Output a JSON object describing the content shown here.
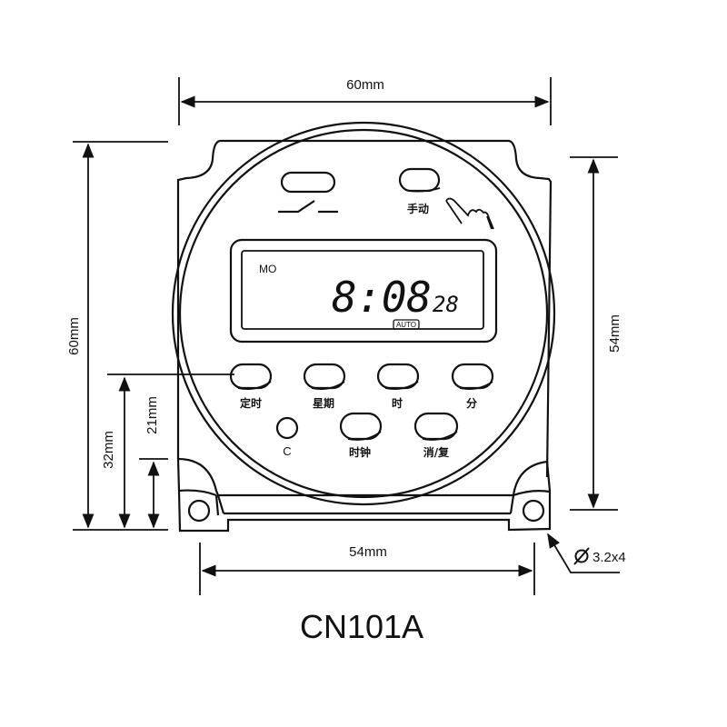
{
  "model": "CN101A",
  "dimensions": {
    "top_width": "60mm",
    "left_height": "60mm",
    "right_height": "54mm",
    "bottom_width": "54mm",
    "button_row_height": "32mm",
    "mount_offset": "21mm",
    "mount_hole": "Ø 3.2x4",
    "mount_hole_symbol": "Ø",
    "mount_hole_value": "3.2x4"
  },
  "display": {
    "day": "MO",
    "time": "8:08",
    "seconds": "28",
    "mode": "AUTO"
  },
  "top_controls": {
    "switch_label": "",
    "manual_label": "手动",
    "hand_icon": "hand-pointer-icon"
  },
  "buttons": {
    "row1": [
      {
        "label": "定时"
      },
      {
        "label": "星期"
      },
      {
        "label": "时"
      },
      {
        "label": "分"
      }
    ],
    "row2": [
      {
        "label": "C"
      },
      {
        "label": "时钟"
      },
      {
        "label": "消/复"
      }
    ]
  },
  "colors": {
    "line": "#111111",
    "background": "#ffffff"
  }
}
